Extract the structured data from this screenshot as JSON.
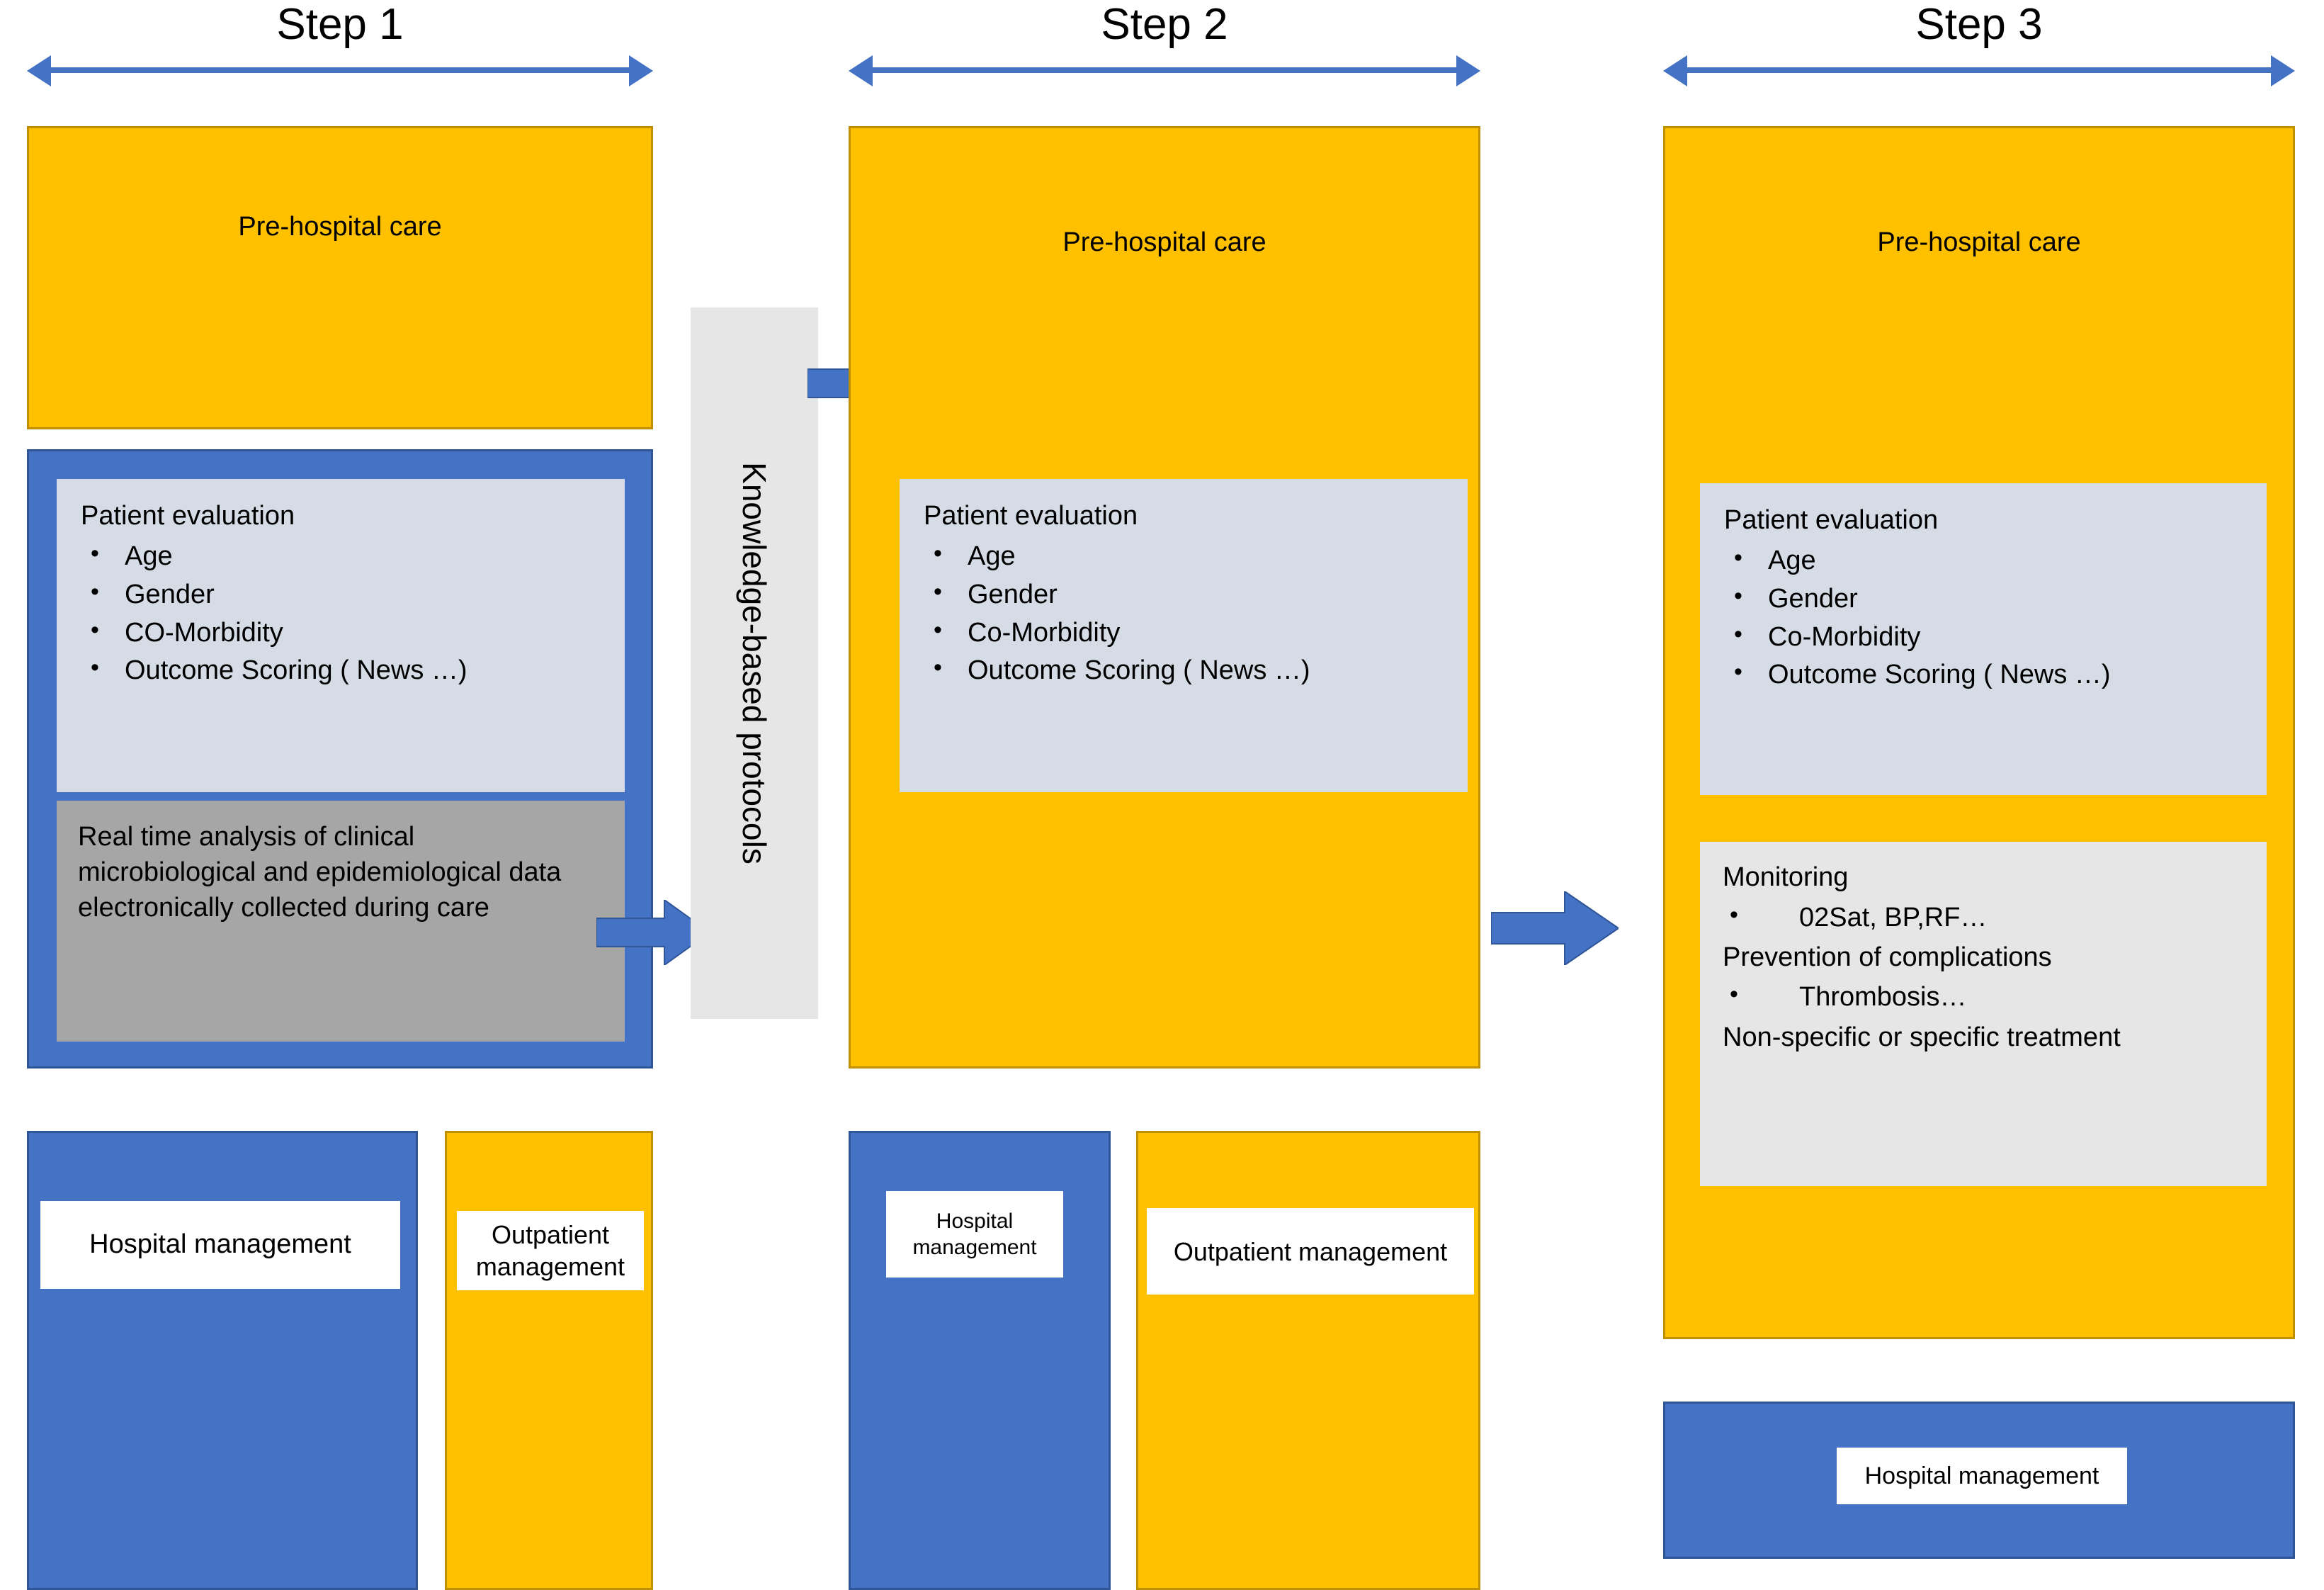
{
  "diagram": {
    "title_absent": true,
    "colors": {
      "orange": "#FFC000",
      "orange_border": "#BF9000",
      "blue": "#4472C4",
      "blue_border": "#2F5597",
      "info_blue_grey": "#D6DCE5",
      "mid_grey": "#A6A6A6",
      "light_grey": "#E7E6E6",
      "white": "#FFFFFF",
      "text": "#000000"
    }
  },
  "steps": [
    {
      "title": "Step 1",
      "prehospital_label": "Pre-hospital care",
      "patient_evaluation": {
        "heading": "Patient evaluation",
        "items": [
          "Age",
          "Gender",
          "CO-Morbidity",
          "Outcome Scoring ( News …)"
        ]
      },
      "analysis_box": "Real time analysis of clinical microbiological and epidemiological data electronically collected during care",
      "hospital_management_label": "Hospital management",
      "outpatient_management_label": "Outpatient management"
    },
    {
      "title": "Step 2",
      "prehospital_label": "Pre-hospital care",
      "patient_evaluation": {
        "heading": "Patient evaluation",
        "items": [
          "Age",
          "Gender",
          "Co-Morbidity",
          "Outcome Scoring ( News …)"
        ]
      },
      "hospital_management_label": "Hospital management",
      "outpatient_management_label": "Outpatient management"
    },
    {
      "title": "Step 3",
      "prehospital_label": "Pre-hospital care",
      "patient_evaluation": {
        "heading": "Patient evaluation",
        "items": [
          "Age",
          "Gender",
          "Co-Morbidity",
          "Outcome Scoring ( News …)"
        ]
      },
      "monitoring_box": {
        "heading": "Monitoring",
        "monitoring_items": [
          "02Sat, BP,RF…"
        ],
        "prevention_heading": "Prevention of complications",
        "prevention_items": [
          "Thrombosis…"
        ],
        "treatment_line": "Non-specific or specific treatment"
      },
      "hospital_management_label": "Hospital management"
    }
  ],
  "connector": {
    "knowledge_band_label": "Knowledge-based protocols"
  }
}
